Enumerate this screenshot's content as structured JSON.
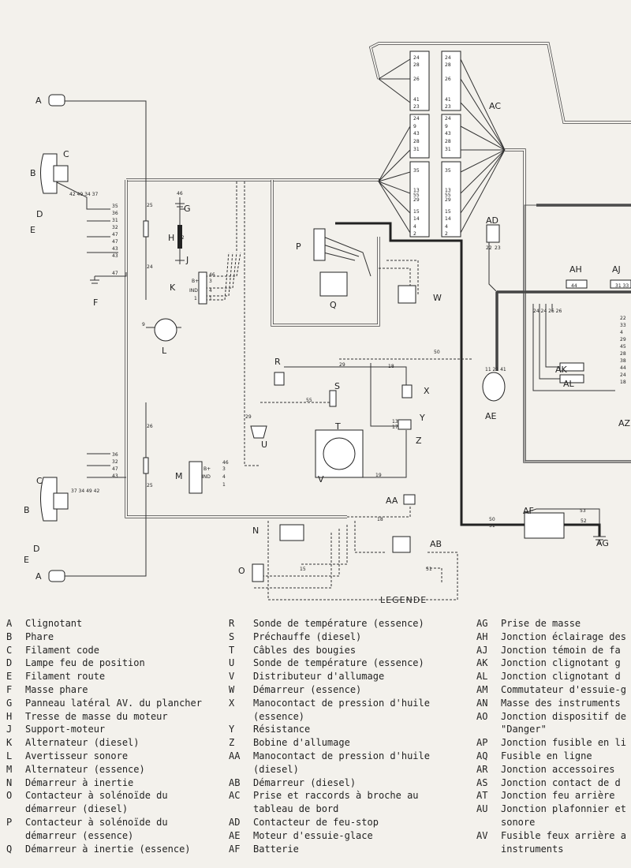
{
  "diagram_labels": {
    "A_top": "A",
    "B_top": "B",
    "C_top": "C",
    "D_top": "D",
    "E_top": "E",
    "F": "F",
    "G": "G",
    "H": "H",
    "J": "J",
    "K": "K",
    "L": "L",
    "M": "M",
    "N": "N",
    "O": "O",
    "P": "P",
    "Q": "Q",
    "R": "R",
    "S": "S",
    "T": "T",
    "U": "U",
    "V": "V",
    "W": "W",
    "X": "X",
    "Y": "Y",
    "Z": "Z",
    "AA": "AA",
    "AB": "AB",
    "AC": "AC",
    "AD": "AD",
    "AE": "AE",
    "AF": "AF",
    "AG": "AG",
    "AH": "AH",
    "AJ": "AJ",
    "AK": "AK",
    "AL": "AL",
    "AZ": "AZ",
    "A_bot": "A",
    "B_bot": "B",
    "C_bot": "C",
    "D_bot": "D",
    "E_bot": "E"
  },
  "wire_numbers": {
    "w25a": "25",
    "w24": "24",
    "w26": "26",
    "w25b": "25",
    "w9": "9",
    "w47": "47",
    "w46": "46",
    "w52": "52",
    "w29a": "29",
    "w18a": "18",
    "w55": "55",
    "w29b": "29",
    "w50": "50",
    "w13": "13",
    "w17": "17",
    "w19": "19",
    "w53": "53",
    "w52b": "52",
    "w50b": "50",
    "w51b": "51",
    "w15": "15",
    "w51": "51",
    "w18b": "18",
    "p1_35": "35",
    "p1_36": "36",
    "p1_31": "31",
    "p1_32": "32",
    "p1_47": "47",
    "p1_47b": "47",
    "p1_43": "43",
    "p1_43b": "43",
    "h_top": "42 49 34 37",
    "h_bot": "37 34 49 42",
    "p2_36": "36",
    "p2_32": "32",
    "p2_47": "47",
    "p2_43": "43",
    "k1": "46",
    "k2": "3",
    "k3": "4",
    "k4": "1",
    "k_b": "B+",
    "k_ind": "IND",
    "k_1": "1",
    "m1": "46",
    "m2": "3",
    "m3": "4",
    "m4": "1",
    "m_b": "B+",
    "m_ind": "IND",
    "ac": [
      "24",
      "28",
      "26",
      "41",
      "23",
      "24",
      "9",
      "43",
      "28",
      "31",
      "35",
      "13",
      "55",
      "29",
      "15",
      "14",
      "4",
      "2"
    ],
    "ad1": "22",
    "ad2": "23",
    "ae": "11 21 41",
    "ah": "44",
    "aj": "31 33",
    "al_nums": [
      "22",
      "33",
      "4",
      "29",
      "45",
      "28",
      "38",
      "44",
      "24",
      "18"
    ],
    "ah_row": "24 24 26 26"
  },
  "legend_title": "LEGENDE",
  "legend": {
    "col1": [
      {
        "code": "A",
        "text": "Clignotant"
      },
      {
        "code": "B",
        "text": "Phare"
      },
      {
        "code": "C",
        "text": "Filament code"
      },
      {
        "code": "D",
        "text": "Lampe feu de position"
      },
      {
        "code": "E",
        "text": "Filament route"
      },
      {
        "code": "F",
        "text": "Masse phare"
      },
      {
        "code": "G",
        "text": "Panneau latéral AV. du plancher"
      },
      {
        "code": "H",
        "text": "Tresse de masse du moteur"
      },
      {
        "code": "J",
        "text": "Support-moteur"
      },
      {
        "code": "K",
        "text": "Alternateur (diesel)"
      },
      {
        "code": "L",
        "text": "Avertisseur sonore"
      },
      {
        "code": "M",
        "text": "Alternateur (essence)"
      },
      {
        "code": "N",
        "text": "Démarreur à inertie"
      },
      {
        "code": "O",
        "text": "Contacteur à solénoïde du\ndémarreur (diesel)"
      },
      {
        "code": "P",
        "text": "Contacteur à solénoïde du\ndémarreur (essence)"
      },
      {
        "code": "Q",
        "text": "Démarreur à inertie (essence)"
      }
    ],
    "col2": [
      {
        "code": "R",
        "text": "Sonde de température (essence)"
      },
      {
        "code": "S",
        "text": "Préchauffe (diesel)"
      },
      {
        "code": "T",
        "text": "Câbles des bougies"
      },
      {
        "code": "U",
        "text": "Sonde de température (essence)"
      },
      {
        "code": "V",
        "text": "Distributeur d'allumage"
      },
      {
        "code": "W",
        "text": "Démarreur (essence)"
      },
      {
        "code": "X",
        "text": "Manocontact de pression d'huile\n(essence)"
      },
      {
        "code": "Y",
        "text": "Résistance"
      },
      {
        "code": "Z",
        "text": "Bobine d'allumage"
      },
      {
        "code": "AA",
        "text": "Manocontact de pression d'huile\n(diesel)"
      },
      {
        "code": "AB",
        "text": "Démarreur (diesel)"
      },
      {
        "code": "AC",
        "text": "Prise et raccords à broche au\ntableau de bord"
      },
      {
        "code": "AD",
        "text": "Contacteur de feu-stop"
      },
      {
        "code": "AE",
        "text": "Moteur d'essuie-glace"
      },
      {
        "code": "AF",
        "text": "Batterie"
      }
    ],
    "col3": [
      {
        "code": "AG",
        "text": "Prise de masse"
      },
      {
        "code": "AH",
        "text": "Jonction éclairage des"
      },
      {
        "code": "AJ",
        "text": "Jonction témoin de fa"
      },
      {
        "code": "AK",
        "text": "Jonction clignotant g"
      },
      {
        "code": "AL",
        "text": "Jonction clignotant d"
      },
      {
        "code": "AM",
        "text": "Commutateur d'essuie-g"
      },
      {
        "code": "AN",
        "text": "Masse des instruments"
      },
      {
        "code": "AO",
        "text": "Jonction dispositif de\n\"Danger\""
      },
      {
        "code": "AP",
        "text": "Jonction fusible en li"
      },
      {
        "code": "AQ",
        "text": "Fusible en ligne"
      },
      {
        "code": "AR",
        "text": "Jonction accessoires"
      },
      {
        "code": "AS",
        "text": "Jonction contact de d"
      },
      {
        "code": "AT",
        "text": "Jonction feu arrière"
      },
      {
        "code": "AU",
        "text": "Jonction plafonnier et\nsonore"
      },
      {
        "code": "AV",
        "text": "Fusible feux arrière a\ninstruments"
      }
    ]
  }
}
